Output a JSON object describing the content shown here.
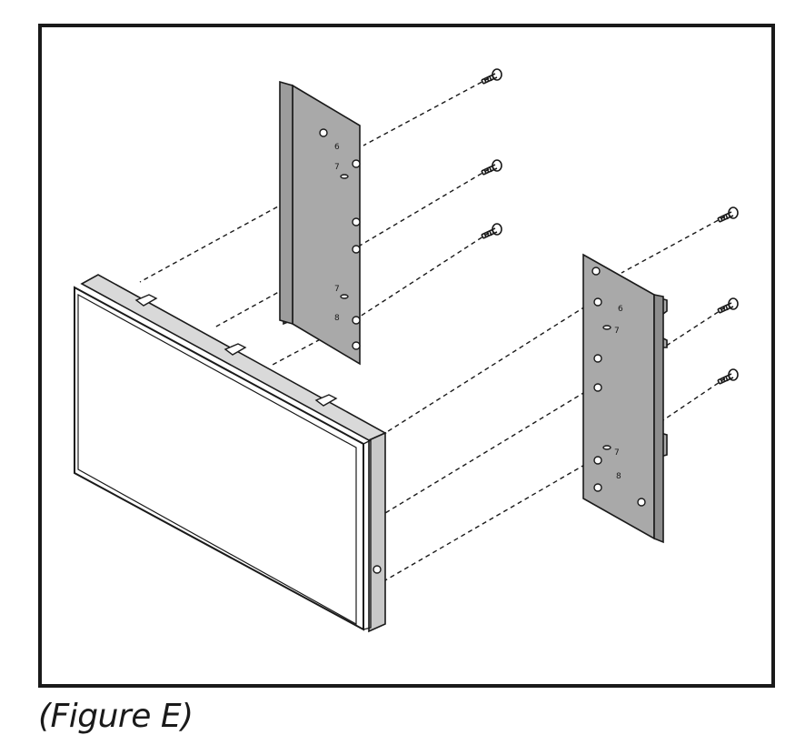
{
  "figure": {
    "caption": "(Figure E)",
    "bracket_numbers": [
      "6",
      "7",
      "8"
    ],
    "colors": {
      "bracket_fill": "#a9a9a9",
      "outline": "#1a1a1a",
      "screen_fill": "#ffffff"
    }
  }
}
